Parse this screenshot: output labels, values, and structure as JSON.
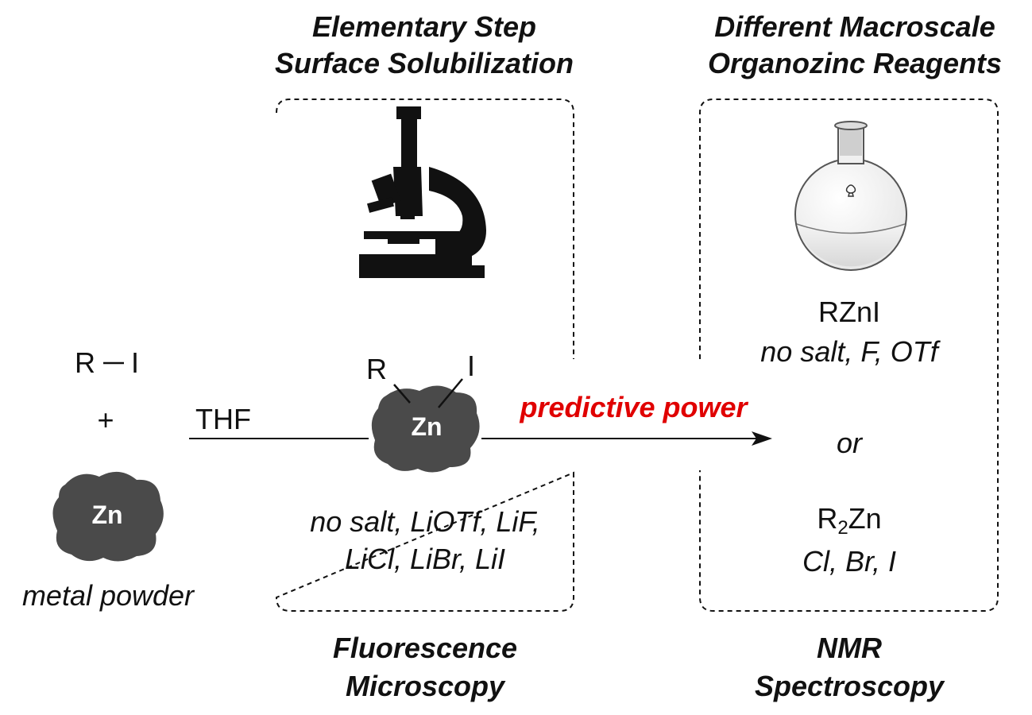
{
  "headers": {
    "left_line1": "Elementary Step",
    "left_line2": "Surface Solubilization",
    "right_line1": "Different Macroscale",
    "right_line2": "Organozinc Reagents"
  },
  "reactants": {
    "r_label": "R",
    "i_label": "I",
    "plus": "+",
    "zn_label": "Zn",
    "metal_caption": "metal powder"
  },
  "arrow": {
    "solvent": "THF",
    "predictive_label": "predictive power"
  },
  "surface_intermediate": {
    "r_label": "R",
    "i_label": "I",
    "zn_label": "Zn"
  },
  "left_box": {
    "salts_line1": "no salt, LiOTf, LiF,",
    "salts_line2": "LiCl, LiBr, LiI"
  },
  "right_box": {
    "product1": "RZnI",
    "product1_conditions": "no salt, F, OTf",
    "or": "or",
    "product2_prefix": "R",
    "product2_subscript": "2",
    "product2_suffix": "Zn",
    "product2_conditions": "Cl, Br, I"
  },
  "footers": {
    "left_line1": "Fluorescence",
    "left_line2": "Microscopy",
    "right_line1": "NMR",
    "right_line2": "Spectroscopy"
  },
  "colors": {
    "accent_red": "#e00000",
    "zn_particle": "#4a4a4a",
    "silhouette": "#111111"
  },
  "icons": [
    "microscope-icon",
    "round-bottom-flask-icon",
    "zinc-particle-icon"
  ]
}
